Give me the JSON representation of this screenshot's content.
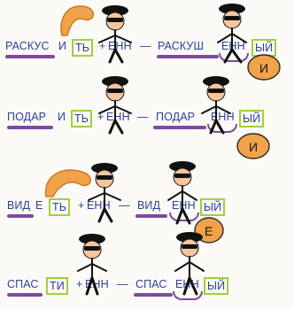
{
  "rows": [
    {
      "root1": "РАСКУС",
      "vowel": "И",
      "ending": "ТЬ",
      "plus": "+",
      "suffix": "ЕНН",
      "dash": "—",
      "root2": "РАСКУШ",
      "suffix2": "ЕНН",
      "ending2": "ЫЙ",
      "bag_letter": "И"
    },
    {
      "root1": "ПОДАР",
      "vowel": "И",
      "ending": "ТЬ",
      "plus": "+",
      "suffix": "ЕНН",
      "dash": "—",
      "root2": "ПОДАР",
      "suffix2": "ЕНН",
      "ending2": "ЫЙ",
      "bag_letter": "И"
    },
    {
      "root1": "ВИД",
      "vowel": "Е",
      "ending": "ТЬ",
      "plus": "+",
      "suffix": "ЕНН",
      "dash": "—",
      "root2": "ВИД",
      "suffix2": "ЕНН",
      "ending2": "ЫЙ",
      "bag_letter": "Е"
    },
    {
      "root1": "СПАС",
      "vowel": "",
      "ending": "ТИ",
      "plus": "+",
      "suffix": "ЕНН",
      "dash": "—",
      "root2": "СПАС",
      "suffix2": "ЕНН",
      "ending2": "ЫЙ",
      "bag_letter": ""
    }
  ],
  "colors": {
    "text": "#2f3f9a",
    "box_outline": "#9bd33b",
    "underline": "#7b4aa0",
    "bag_fill": "#f1a24a"
  }
}
